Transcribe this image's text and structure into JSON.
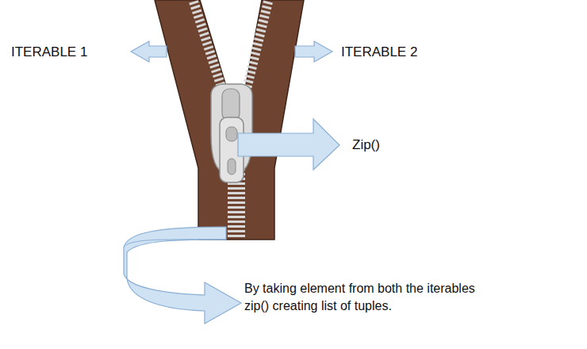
{
  "diagram": {
    "labels": [
      "ITERABLE 1",
      "ITERABLE 2",
      "Zip()",
      "By taking element from both the iterables zip() creating list of tuples."
    ]
  }
}
